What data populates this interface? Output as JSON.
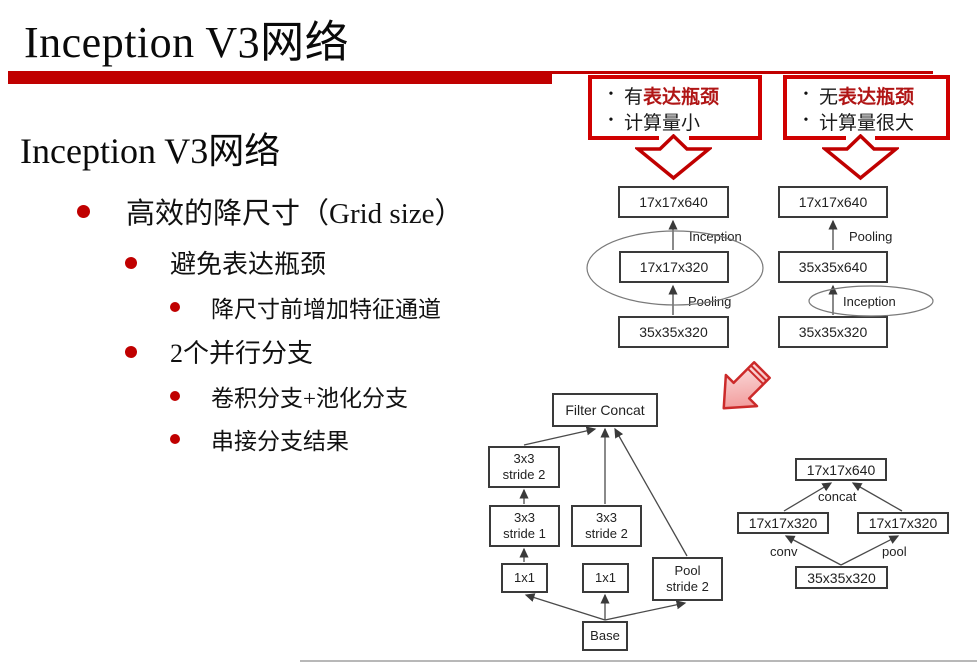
{
  "slide": {
    "title": "Inception V3网络",
    "heading": "Inception V3网络",
    "accent_color": "#c00000",
    "bullets": [
      {
        "level": 1,
        "text": "高效的降尺寸（Grid size）"
      },
      {
        "level": 2,
        "text": "避免表达瓶颈"
      },
      {
        "level": 3,
        "text": "降尺寸前增加特征通道"
      },
      {
        "level": 2,
        "text": "2个并行分支"
      },
      {
        "level": 3,
        "text": "卷积分支+池化分支"
      },
      {
        "level": 3,
        "text": "串接分支结果"
      }
    ]
  },
  "callouts": {
    "left": {
      "bullet": "•",
      "prefix": "有",
      "highlight": "表达瓶颈",
      "line2": "计算量小"
    },
    "right": {
      "bullet": "•",
      "prefix": "无",
      "highlight": "表达瓶颈",
      "line2": "计算量很大"
    }
  },
  "diagrams": {
    "top_left": {
      "top": "17x17x640",
      "edge_top_label": "Inception",
      "mid": "17x17x320",
      "edge_bottom_label": "Pooling",
      "bottom": "35x35x320"
    },
    "top_right": {
      "top": "17x17x640",
      "edge_top_label": "Pooling",
      "mid": "35x35x640",
      "edge_bottom_label": "Inception",
      "bottom": "35x35x320"
    },
    "branch": {
      "concat": "Filter Concat",
      "left_top_l1": "3x3",
      "left_top_l2": "stride 2",
      "left_mid_l1": "3x3",
      "left_mid_l2": "stride 1",
      "mid_l1": "3x3",
      "mid_l2": "stride 2",
      "left_bottom": "1x1",
      "mid_bottom": "1x1",
      "pool_l1": "Pool",
      "pool_l2": "stride 2",
      "base": "Base"
    },
    "grid": {
      "top": "17x17x640",
      "left": "17x17x320",
      "right": "17x17x320",
      "bottom": "35x35x320",
      "label_concat": "concat",
      "label_conv": "conv",
      "label_pool": "pool"
    }
  }
}
